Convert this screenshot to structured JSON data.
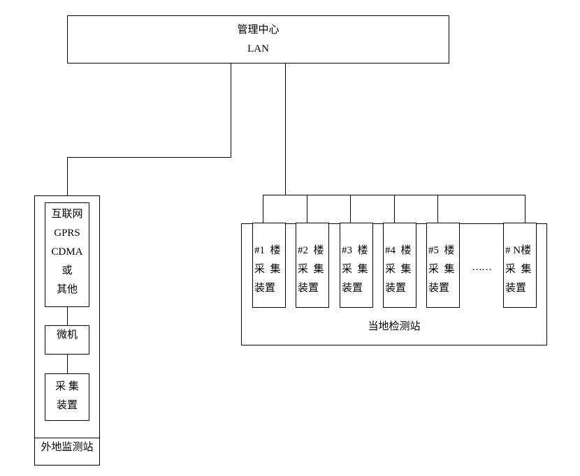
{
  "management": {
    "title": "管理中心",
    "network": "LAN"
  },
  "remote_station": {
    "comm_lines": [
      "互联网",
      "GPRS",
      "CDMA",
      "或",
      "其他"
    ],
    "computer": "微机",
    "collector": [
      "采 集",
      "装置"
    ],
    "label": "外地监测站"
  },
  "local_station": {
    "label": "当地检测站",
    "ellipsis": "……",
    "buildings": [
      {
        "lines": [
          "#1  楼",
          "采  集",
          "装置"
        ]
      },
      {
        "lines": [
          "#2  楼",
          "采  集",
          "装置"
        ]
      },
      {
        "lines": [
          "#3  楼",
          "采  集",
          "装置"
        ]
      },
      {
        "lines": [
          "#4  楼",
          "采  集",
          "装置"
        ]
      },
      {
        "lines": [
          "#5  楼",
          "采  集",
          "装置"
        ]
      },
      {
        "lines": [
          "# N楼",
          "采  集",
          "装置"
        ]
      }
    ]
  }
}
